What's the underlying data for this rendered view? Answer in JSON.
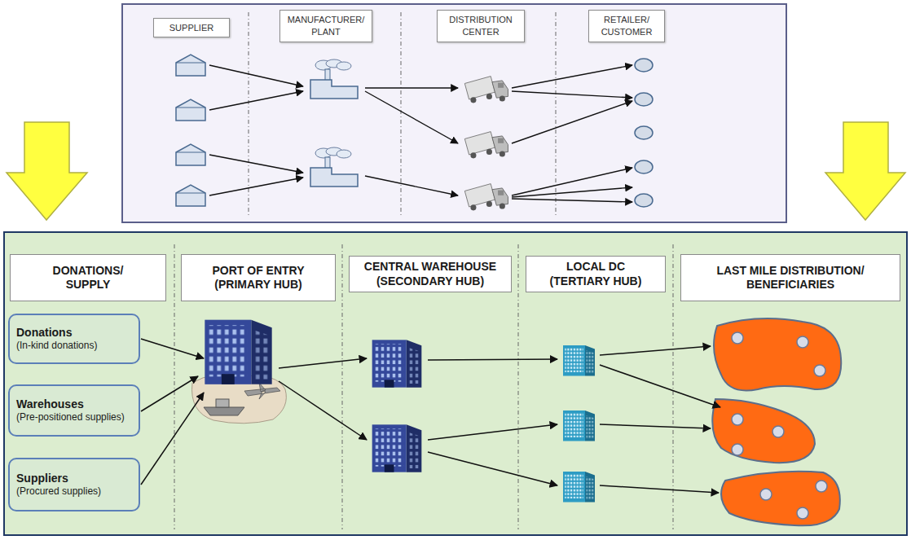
{
  "diagram": {
    "nodes": [
      {
        "text": [
          "SUPPLIER"
        ]
      },
      {
        "text": [
          "MANUFACTURER/ PLANT"
        ]
      },
      {
        "text": [
          "DISTRIBUTION CENTER"
        ]
      },
      {
        "text": [
          "RETAILER/ CUSTOMER"
        ]
      },
      {
        "text": [
          "DONATIONS/ SUPPLY"
        ]
      },
      {
        "text": [
          "PORT OF ENTRY (PRIMARY HUB)"
        ]
      },
      {
        "text": [
          "CENTRAL WAREHOUSE (SECONDARY HUB)"
        ]
      },
      {
        "text": [
          "LOCAL DC (TERTIARY HUB)"
        ]
      },
      {
        "text": [
          "LAST MILE DISTRIBUTION/ BENEFICIARIES"
        ]
      },
      {
        "text": [
          "Donations",
          "(In-kind donations)"
        ]
      },
      {
        "text": [
          "Warehouses",
          "(Pre-positioned supplies)"
        ]
      },
      {
        "text": [
          "Suppliers",
          "(Procured supplies)"
        ]
      }
    ]
  }
}
